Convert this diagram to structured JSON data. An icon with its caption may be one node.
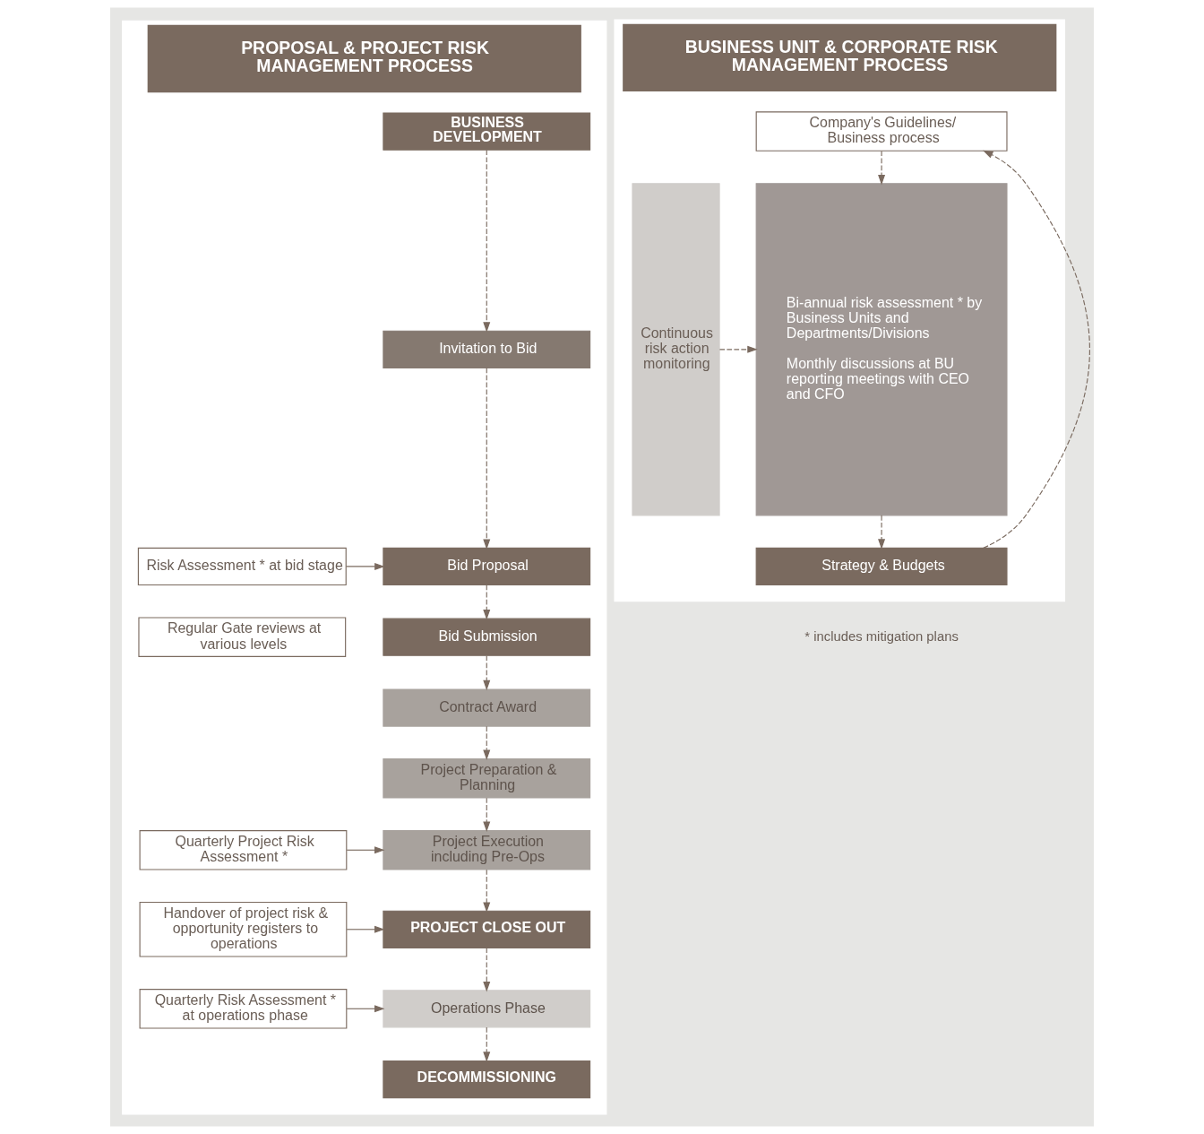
{
  "diagram": {
    "nodes": [
      {
        "text": [
          "PROPOSAL & PROJECT RISK MANAGEMENT PROCESS"
        ]
      },
      {
        "text": [
          "BUSINESS DEVELOPMENT"
        ],
        "in": 0
      },
      {
        "text": [
          "Invitation to Bid"
        ],
        "in": 0
      },
      {
        "text": [
          "Bid Proposal"
        ],
        "in": 0
      },
      {
        "text": [
          "Risk Assessment * at bid stage"
        ],
        "in": 0
      },
      {
        "text": [
          "Regular Gate reviews at various levels"
        ],
        "in": 0
      },
      {
        "text": [
          "Bid Submission"
        ],
        "in": 0
      },
      {
        "text": [
          "Contract Award"
        ],
        "in": 0
      },
      {
        "text": [
          "Project Preparation & Planning"
        ],
        "in": 0
      },
      {
        "text": [
          "Project Execution including Pre-Ops"
        ],
        "in": 0
      },
      {
        "text": [
          "Quarterly Project Risk Assessment *"
        ],
        "in": 0
      },
      {
        "text": [
          "PROJECT CLOSE OUT"
        ],
        "in": 0
      },
      {
        "text": [
          "Handover of project risk & opportunity registers to operations"
        ],
        "in": 0
      },
      {
        "text": [
          "Operations Phase"
        ],
        "in": 0
      },
      {
        "text": [
          "Quarterly Risk Assessment * at operations phase"
        ],
        "in": 0
      },
      {
        "text": [
          "DECOMMISSIONING"
        ],
        "in": 0
      },
      {
        "text": [
          "BUSINESS UNIT & CORPORATE RISK MANAGEMENT PROCESS"
        ]
      },
      {
        "text": [
          "Company's Guidelines/ Business process"
        ],
        "in": 16
      },
      {
        "text": [
          "Bi-annual risk assessment * by Business Units and Departments/Divisions",
          "Monthly discussions at BU reporting meetings with CEO and CFO"
        ],
        "in": 16
      },
      {
        "text": [
          "Continuous risk action monitoring"
        ],
        "in": 16
      },
      {
        "text": [
          "Strategy & Budgets"
        ],
        "in": 16
      }
    ],
    "edges": [
      {
        "from": 1,
        "to": 2,
        "arrow": "to",
        "style": "dashed"
      },
      {
        "from": 2,
        "to": 3,
        "arrow": "to",
        "style": "dashed"
      },
      {
        "from": 4,
        "to": 3,
        "arrow": "to"
      },
      {
        "from": 3,
        "to": 6,
        "arrow": "to",
        "style": "dashed"
      },
      {
        "from": 6,
        "to": 7,
        "arrow": "to",
        "style": "dashed"
      },
      {
        "from": 7,
        "to": 8,
        "arrow": "to",
        "style": "dashed"
      },
      {
        "from": 8,
        "to": 9,
        "arrow": "to",
        "style": "dashed"
      },
      {
        "from": 10,
        "to": 9,
        "arrow": "to"
      },
      {
        "from": 9,
        "to": 11,
        "arrow": "to",
        "style": "dashed"
      },
      {
        "from": 12,
        "to": 11,
        "arrow": "to"
      },
      {
        "from": 11,
        "to": 13,
        "arrow": "to",
        "style": "dashed"
      },
      {
        "from": 14,
        "to": 13,
        "arrow": "to"
      },
      {
        "from": 13,
        "to": 15,
        "arrow": "to",
        "style": "dashed"
      },
      {
        "from": 17,
        "to": 18,
        "arrow": "to",
        "style": "dashed"
      },
      {
        "from": 19,
        "to": 18,
        "arrow": "to",
        "style": "dashed"
      },
      {
        "from": 18,
        "to": 20,
        "arrow": "to",
        "style": "dashed"
      },
      {
        "from": 20,
        "to": 17,
        "arrow": "to",
        "style": "dashed"
      }
    ],
    "labels": [
      "* includes mitigation plans"
    ]
  }
}
